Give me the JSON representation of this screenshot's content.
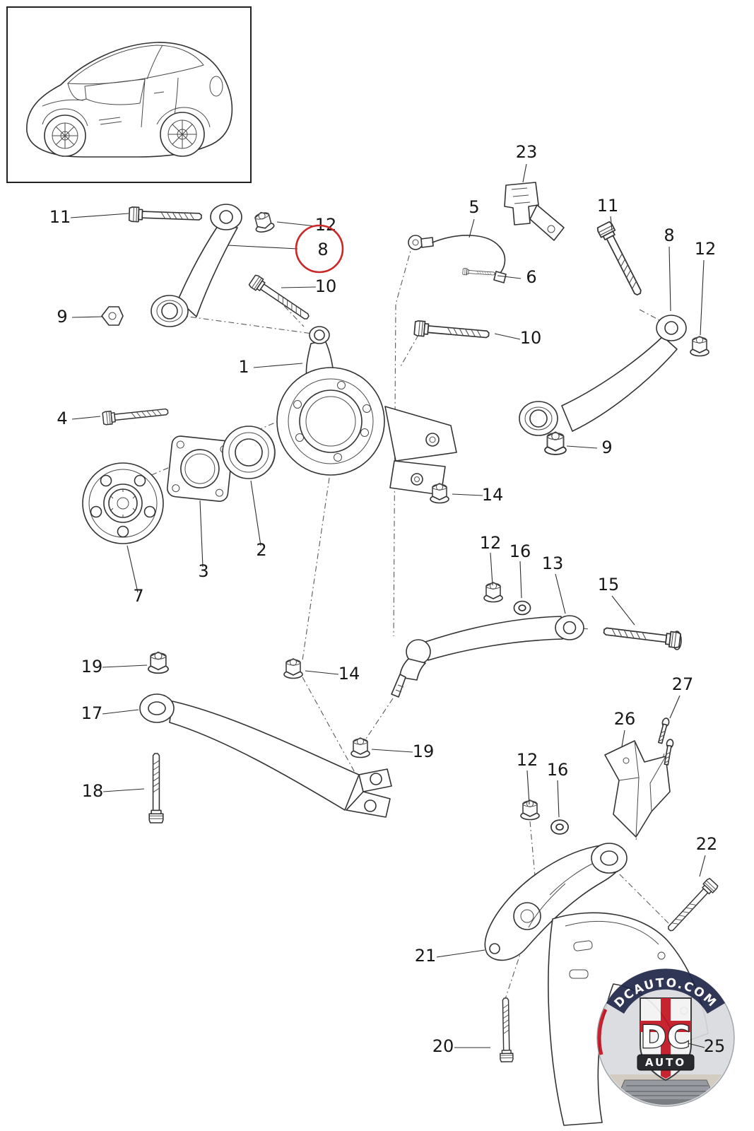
{
  "colors": {
    "background": "#ffffff",
    "line": "#333333",
    "highlight": "#cc2727"
  },
  "watermark": {
    "site": "DCAUTO.COM",
    "shield_text": "DC",
    "banner_text": "AUTO"
  },
  "callouts": [
    {
      "part": "11"
    },
    {
      "part": "12"
    },
    {
      "part": "8"
    },
    {
      "part": "10"
    },
    {
      "part": "9"
    },
    {
      "part": "23"
    },
    {
      "part": "5"
    },
    {
      "part": "6"
    },
    {
      "part": "11"
    },
    {
      "part": "8"
    },
    {
      "part": "12"
    },
    {
      "part": "10"
    },
    {
      "part": "1"
    },
    {
      "part": "9"
    },
    {
      "part": "4"
    },
    {
      "part": "14"
    },
    {
      "part": "2"
    },
    {
      "part": "3"
    },
    {
      "part": "7"
    },
    {
      "part": "12"
    },
    {
      "part": "16"
    },
    {
      "part": "13"
    },
    {
      "part": "15"
    },
    {
      "part": "19"
    },
    {
      "part": "14"
    },
    {
      "part": "17"
    },
    {
      "part": "19"
    },
    {
      "part": "18"
    },
    {
      "part": "27"
    },
    {
      "part": "26"
    },
    {
      "part": "12"
    },
    {
      "part": "16"
    },
    {
      "part": "22"
    },
    {
      "part": "21"
    },
    {
      "part": "20"
    },
    {
      "part": "25"
    }
  ]
}
